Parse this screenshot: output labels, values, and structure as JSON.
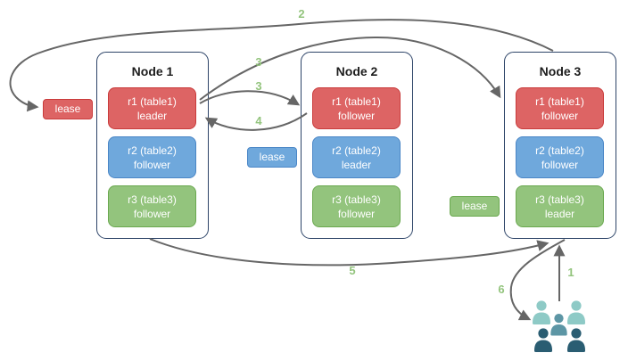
{
  "diagram": {
    "nodes": [
      {
        "title": "Node 1",
        "replicas": [
          {
            "line1": "r1 (table1)",
            "line2": "leader",
            "color": "red"
          },
          {
            "line1": "r2 (table2)",
            "line2": "follower",
            "color": "blue"
          },
          {
            "line1": "r3 (table3)",
            "line2": "follower",
            "color": "green"
          }
        ]
      },
      {
        "title": "Node 2",
        "replicas": [
          {
            "line1": "r1 (table1)",
            "line2": "follower",
            "color": "red"
          },
          {
            "line1": "r2 (table2)",
            "line2": "leader",
            "color": "blue"
          },
          {
            "line1": "r3 (table3)",
            "line2": "follower",
            "color": "green"
          }
        ]
      },
      {
        "title": "Node 3",
        "replicas": [
          {
            "line1": "r1 (table1)",
            "line2": "follower",
            "color": "red"
          },
          {
            "line1": "r2 (table2)",
            "line2": "follower",
            "color": "blue"
          },
          {
            "line1": "r3 (table3)",
            "line2": "leader",
            "color": "green"
          }
        ]
      }
    ],
    "leases": {
      "red": "lease",
      "blue": "lease",
      "green": "lease"
    },
    "arrow_labels": {
      "step1": "1",
      "step2": "2",
      "step3_to_node3": "3",
      "step3_to_node2": "3",
      "step4": "4",
      "step5": "5",
      "step6": "6"
    },
    "icons": {
      "users": "users-icon"
    },
    "colors": {
      "red_fill": "#dd6464",
      "red_border": "#c93b3b",
      "blue_fill": "#6fa8dc",
      "blue_border": "#4a86c6",
      "green_fill": "#93c47d",
      "green_border": "#6aa84f",
      "node_border": "#2d4468",
      "arrow": "#666666",
      "step_label": "#93c47d",
      "users_light": "#8ecac6",
      "users_medium": "#5d96a5",
      "users_dark": "#2a5d72"
    }
  }
}
